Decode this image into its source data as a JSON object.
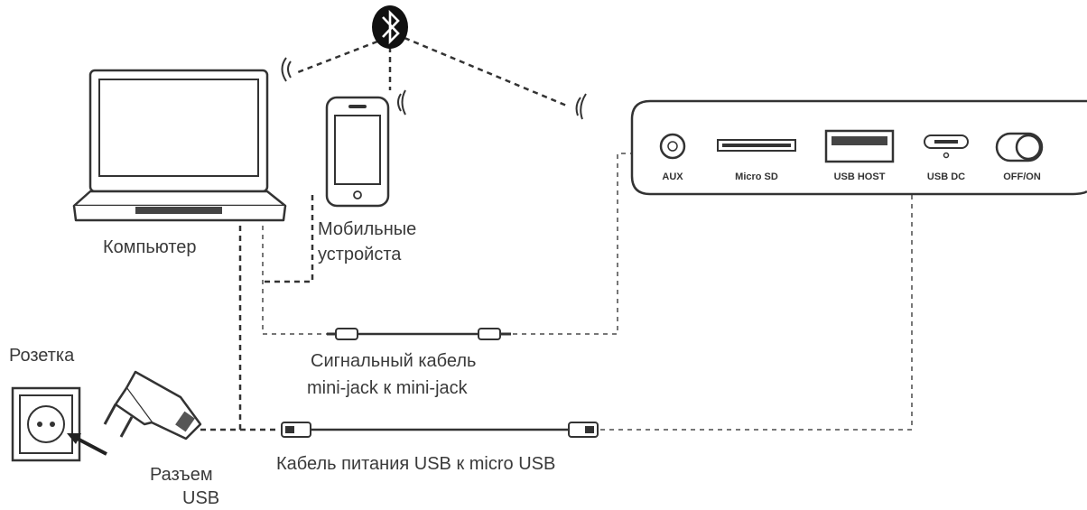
{
  "labels": {
    "computer": "Компьютер",
    "mobile_line1": "Мобильные",
    "mobile_line2": "устройста",
    "outlet": "Розетка",
    "usb_adapter_line1": "Разъем",
    "usb_adapter_line2": "USB",
    "signal_cable_line1": "Сигнальный кабель",
    "signal_cable_line2": "mini-jack к mini-jack",
    "power_cable": "Кабель питания USB к micro USB"
  },
  "ports": {
    "aux": "AUX",
    "micro_sd": "Micro SD",
    "usb_host": "USB HOST",
    "usb_dc": "USB DC",
    "off_on": "OFF/ON"
  },
  "icons": {
    "bluetooth": "bluetooth-icon",
    "wireless": "wireless-signal-icon"
  }
}
